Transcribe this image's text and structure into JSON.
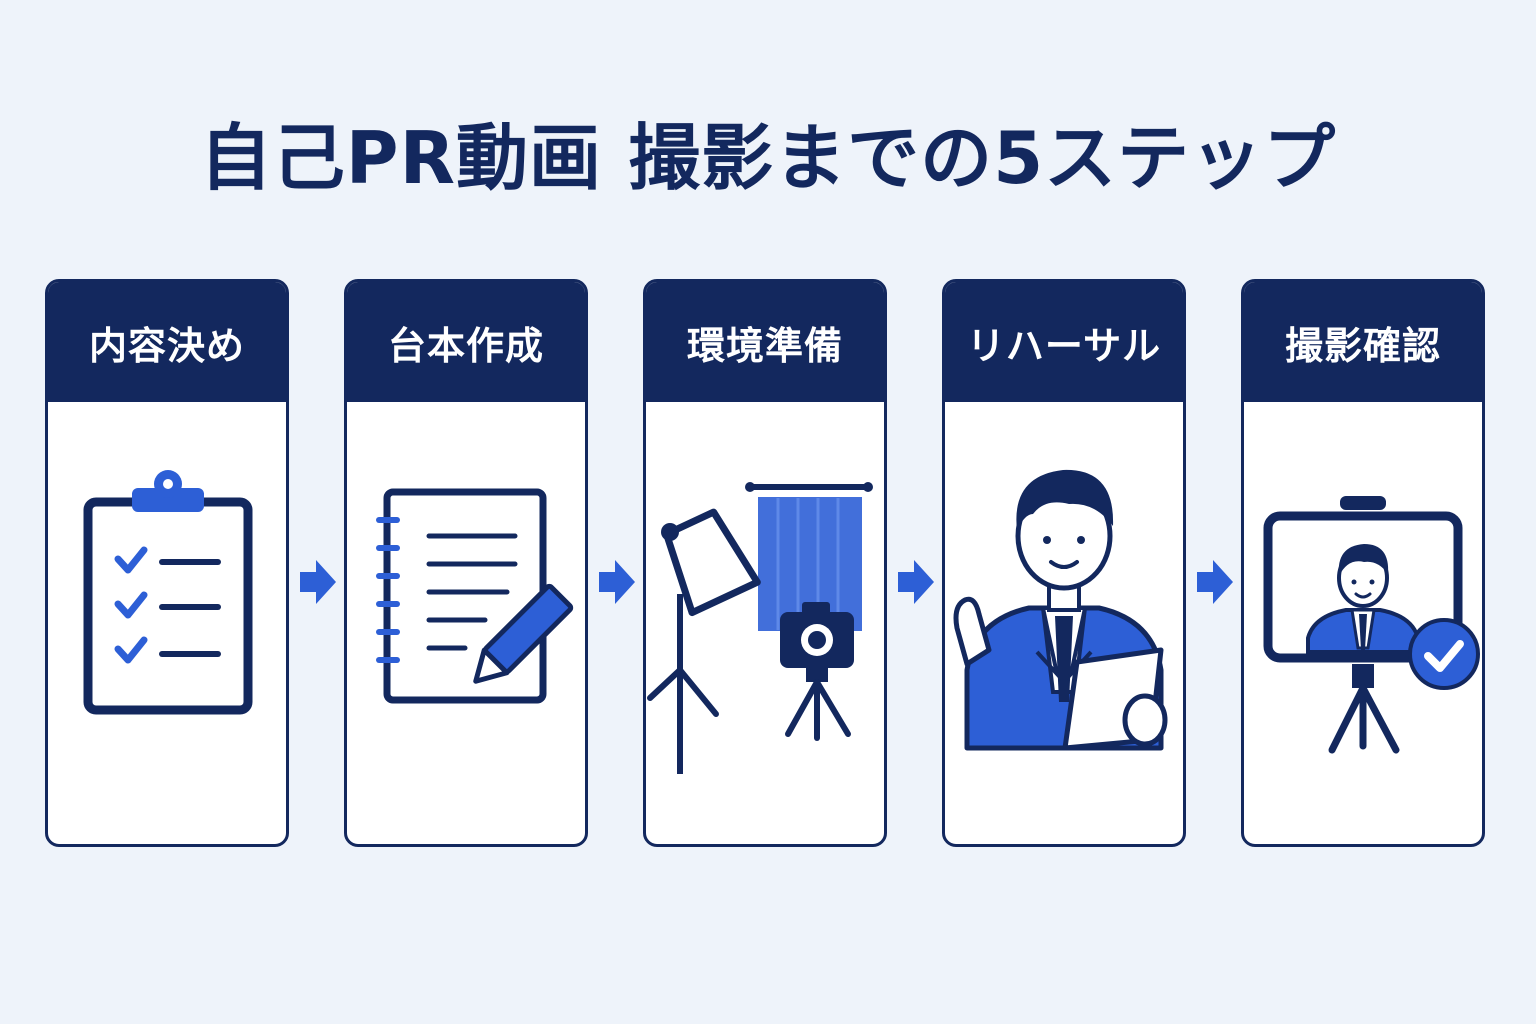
{
  "title": "自己PR動画 撮影までの5ステップ",
  "colors": {
    "navy": "#13285e",
    "blue": "#2d5fd6",
    "background": "#eef3fa"
  },
  "steps": [
    {
      "label": "内容決め",
      "icon": "clipboard-checklist-icon"
    },
    {
      "label": "台本作成",
      "icon": "script-notebook-pencil-icon"
    },
    {
      "label": "環境準備",
      "icon": "light-curtain-camera-icon"
    },
    {
      "label": "リハーサル",
      "icon": "presenter-rehearsal-icon"
    },
    {
      "label": "撮影確認",
      "icon": "video-screen-check-icon"
    }
  ],
  "arrow_icon": "right-arrow-icon"
}
